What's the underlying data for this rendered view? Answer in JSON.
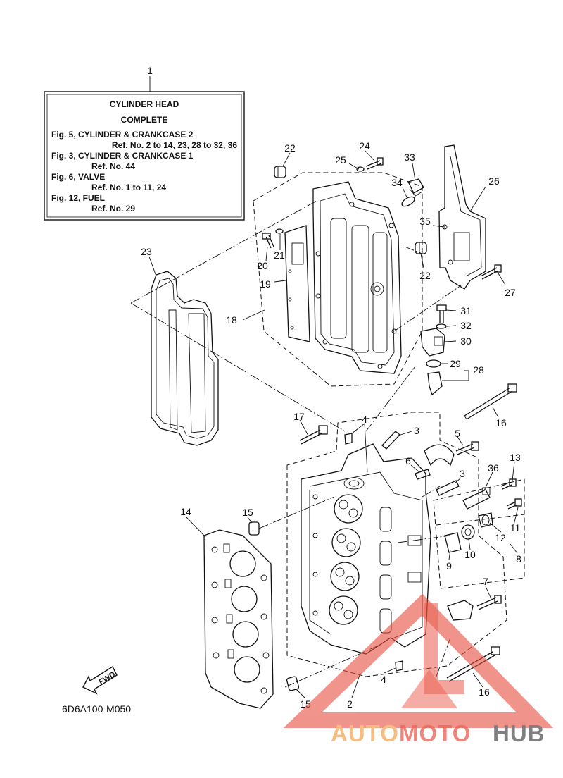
{
  "info_box": {
    "callout": "1",
    "lines": [
      "CYLINDER  HEAD",
      "COMPLETE",
      "Fig. 5, CYLINDER & CRANKCASE 2",
      "Ref. No. 2 to 14, 23, 28 to 32, 36",
      "Fig. 3, CYLINDER & CRANKCASE 1",
      "Ref. No. 44",
      "Fig. 6, VALVE",
      "Ref. No. 1 to 11, 24",
      "Fig. 12, FUEL",
      "Ref. No. 29"
    ]
  },
  "callouts": [
    "22",
    "24",
    "25",
    "33",
    "34",
    "26",
    "35",
    "22",
    "27",
    "23",
    "21",
    "20",
    "19",
    "18",
    "31",
    "32",
    "30",
    "29",
    "28",
    "16",
    "17",
    "4",
    "3",
    "5",
    "6",
    "3",
    "13",
    "36",
    "11",
    "12",
    "14",
    "15",
    "9",
    "10",
    "8",
    "7",
    "4",
    "16",
    "15",
    "2"
  ],
  "fwd_label": "FWD",
  "diagram_code": "6D6A100-M050",
  "watermark": {
    "part1": "AUTO",
    "part2": "MOTO",
    "part3": "HUB",
    "color_orange": "#f6b26b",
    "color_red": "#e74c3c",
    "color_gray": "#6b6b6b"
  }
}
